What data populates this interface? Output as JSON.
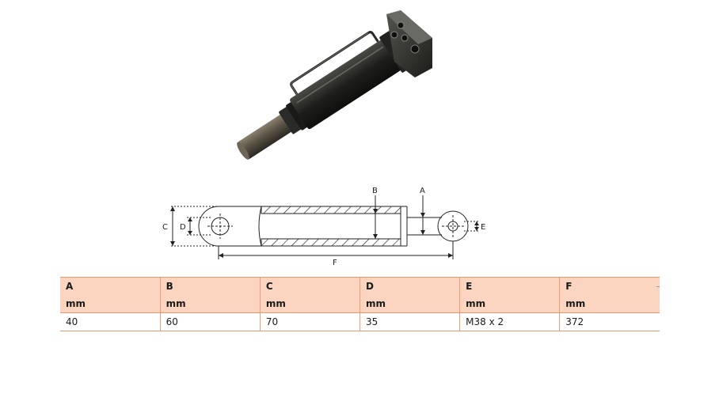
{
  "drawing_labels": {
    "a": "A",
    "b": "B",
    "c": "C",
    "d": "D",
    "e": "E",
    "f": "F"
  },
  "table": {
    "columns": [
      {
        "name": "A",
        "unit": "mm",
        "value": "40"
      },
      {
        "name": "B",
        "unit": "mm",
        "value": "60"
      },
      {
        "name": "C",
        "unit": "mm",
        "value": "70"
      },
      {
        "name": "D",
        "unit": "mm",
        "value": "35"
      },
      {
        "name": "E",
        "unit": "mm",
        "value": "M38 x 2"
      },
      {
        "name": "F",
        "unit": "mm",
        "value": "372"
      }
    ]
  },
  "colors": {
    "header_fill": "#fbd5bf",
    "border": "#e59a70"
  }
}
